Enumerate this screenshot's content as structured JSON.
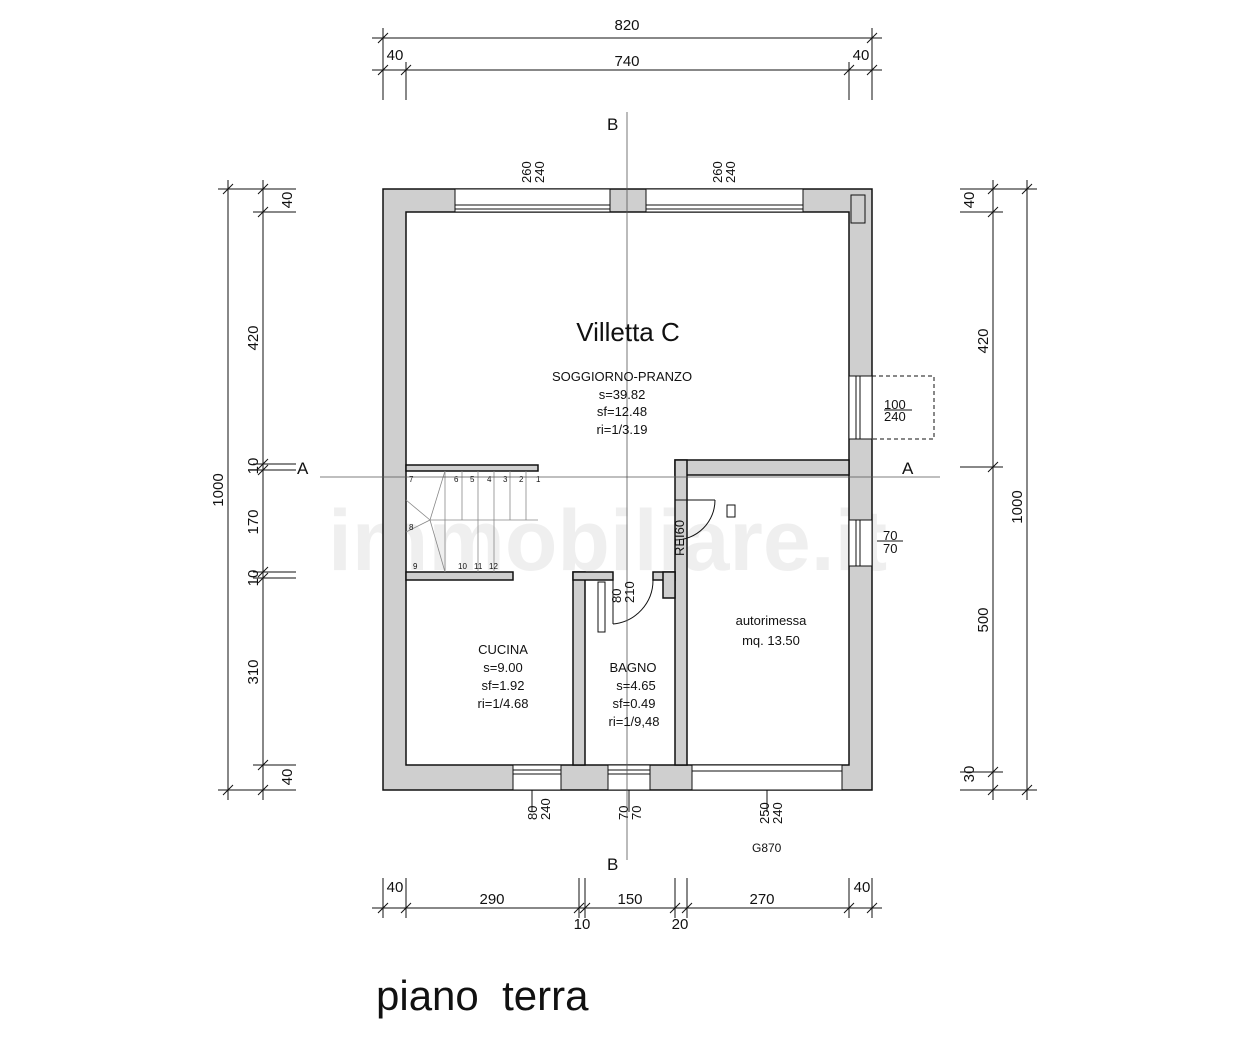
{
  "title": "Villetta C",
  "floor_label": "piano  terra",
  "watermark": "immobiliare.it",
  "colors": {
    "wall": "#cfcfcf",
    "line": "#111111"
  },
  "rooms": {
    "soggiorno": {
      "name": "SOGGIORNO-PRANZO",
      "s": "s=39.82",
      "sf": "sf=12.48",
      "ri": "ri=1/3.19"
    },
    "cucina": {
      "name": "CUCINA",
      "s": "s=9.00",
      "sf": "sf=1.92",
      "ri": "ri=1/4.68"
    },
    "bagno": {
      "name": "BAGNO",
      "s": "s=4.65",
      "sf": "sf=0.49",
      "ri": "ri=1/9,48"
    },
    "autorimessa": {
      "name": "autorimessa",
      "area": "mq. 13.50"
    }
  },
  "section_marks": {
    "a_left": "A",
    "a_right": "A",
    "b_top": "B",
    "b_bottom": "B"
  },
  "door_label": "REI60",
  "garage_code": "G870",
  "dimensions": {
    "top_total": "820",
    "top_left": "40",
    "top_mid": "740",
    "top_right": "40",
    "left_total": "1000",
    "left_a": "40",
    "left_b": "420",
    "left_c": "10",
    "left_d": "170",
    "left_e": "10",
    "left_f": "310",
    "left_g": "40",
    "right_total": "1000",
    "right_a": "40",
    "right_b": "420",
    "right_c": "500",
    "right_d": "30",
    "bottom_a": "40",
    "bottom_b": "290",
    "bottom_c": "10",
    "bottom_d": "150",
    "bottom_e": "20",
    "bottom_f": "270",
    "bottom_g": "40"
  },
  "openings": {
    "win_top_left": [
      "260",
      "240"
    ],
    "win_top_right": [
      "260",
      "240"
    ],
    "win_right": [
      "100",
      "240"
    ],
    "win_right_small": [
      "70",
      "70"
    ],
    "win_cucina": [
      "80",
      "240"
    ],
    "win_bagno": [
      "70",
      "70"
    ],
    "garage_door": [
      "250",
      "240"
    ],
    "door_bagno": [
      "80",
      "210"
    ]
  },
  "stair_steps": [
    "1",
    "2",
    "3",
    "4",
    "5",
    "6",
    "7",
    "8",
    "9",
    "10",
    "11",
    "12"
  ]
}
